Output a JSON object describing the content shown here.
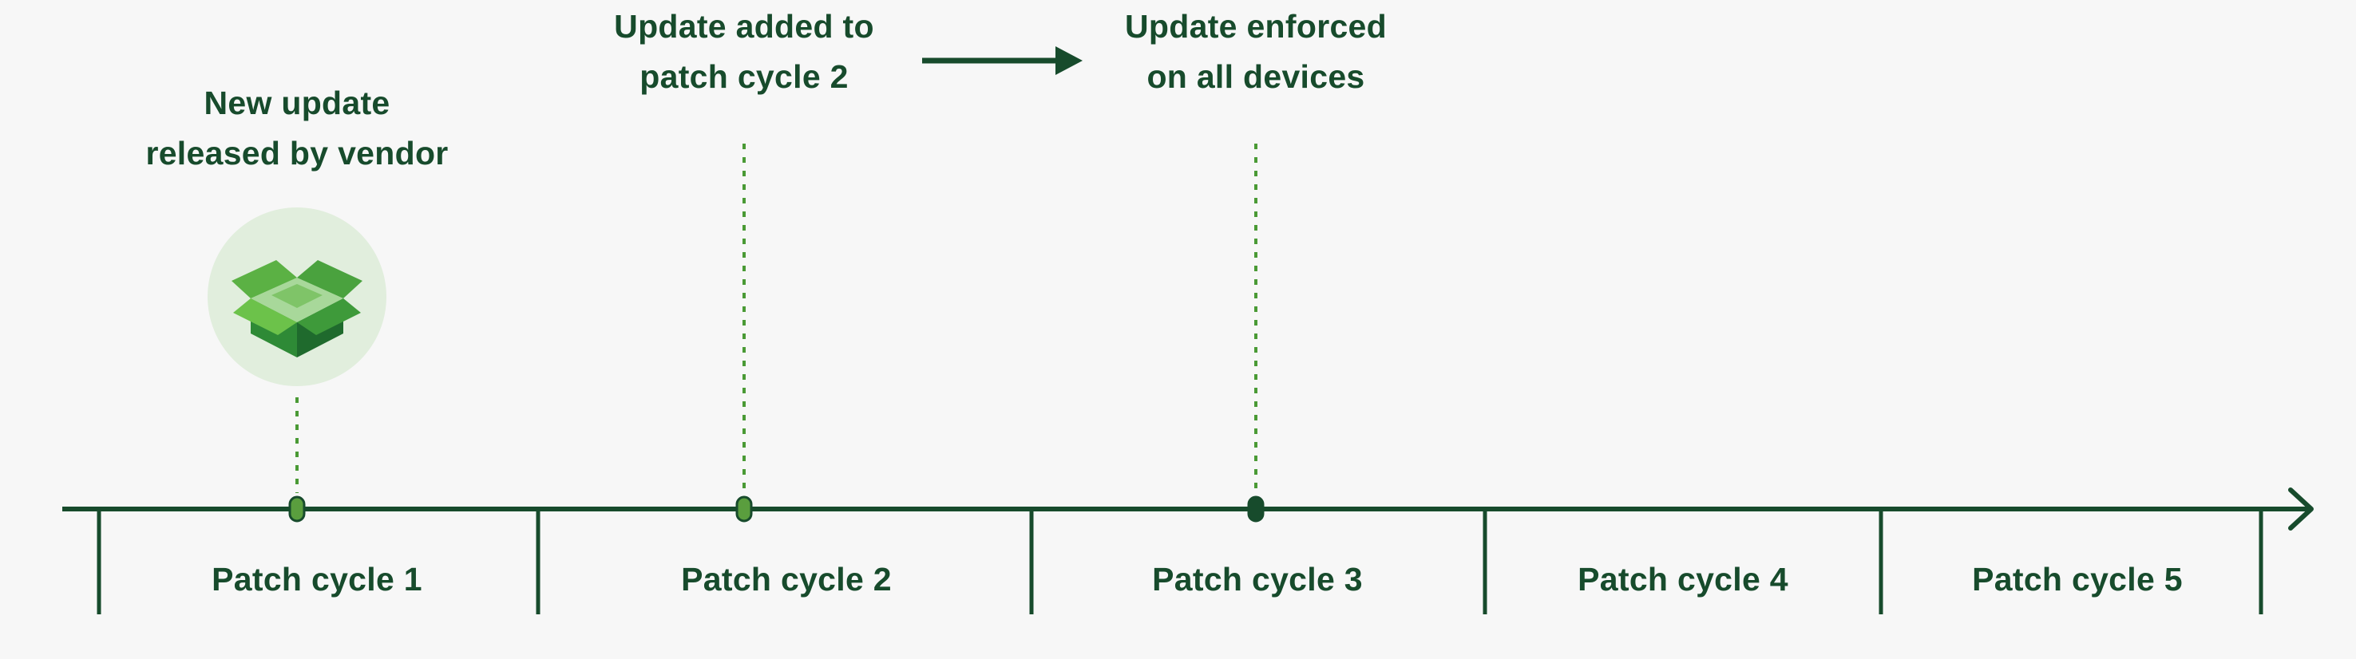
{
  "events": [
    {
      "id": "released",
      "lines": [
        "New update",
        "released by vendor"
      ]
    },
    {
      "id": "added",
      "lines": [
        "Update added to",
        "patch cycle 2"
      ]
    },
    {
      "id": "enforced",
      "lines": [
        "Update enforced",
        "on all devices"
      ]
    }
  ],
  "cycles": [
    {
      "label": "Patch cycle 1"
    },
    {
      "label": "Patch cycle 2"
    },
    {
      "label": "Patch cycle 3"
    },
    {
      "label": "Patch cycle 4"
    },
    {
      "label": "Patch cycle 5"
    }
  ],
  "icons": {
    "released_event": "package-box-icon",
    "flow": "arrow-right-icon"
  },
  "colors": {
    "background": "#f7f7f7",
    "dark_green": "#174b2c",
    "mid_green": "#4a9a35",
    "light_circle": "#e1eedd",
    "box_dark": "#1f6a2d",
    "box_mid": "#3e9a3a",
    "box_light": "#6cc24a",
    "box_inside": "#a8d89a"
  }
}
